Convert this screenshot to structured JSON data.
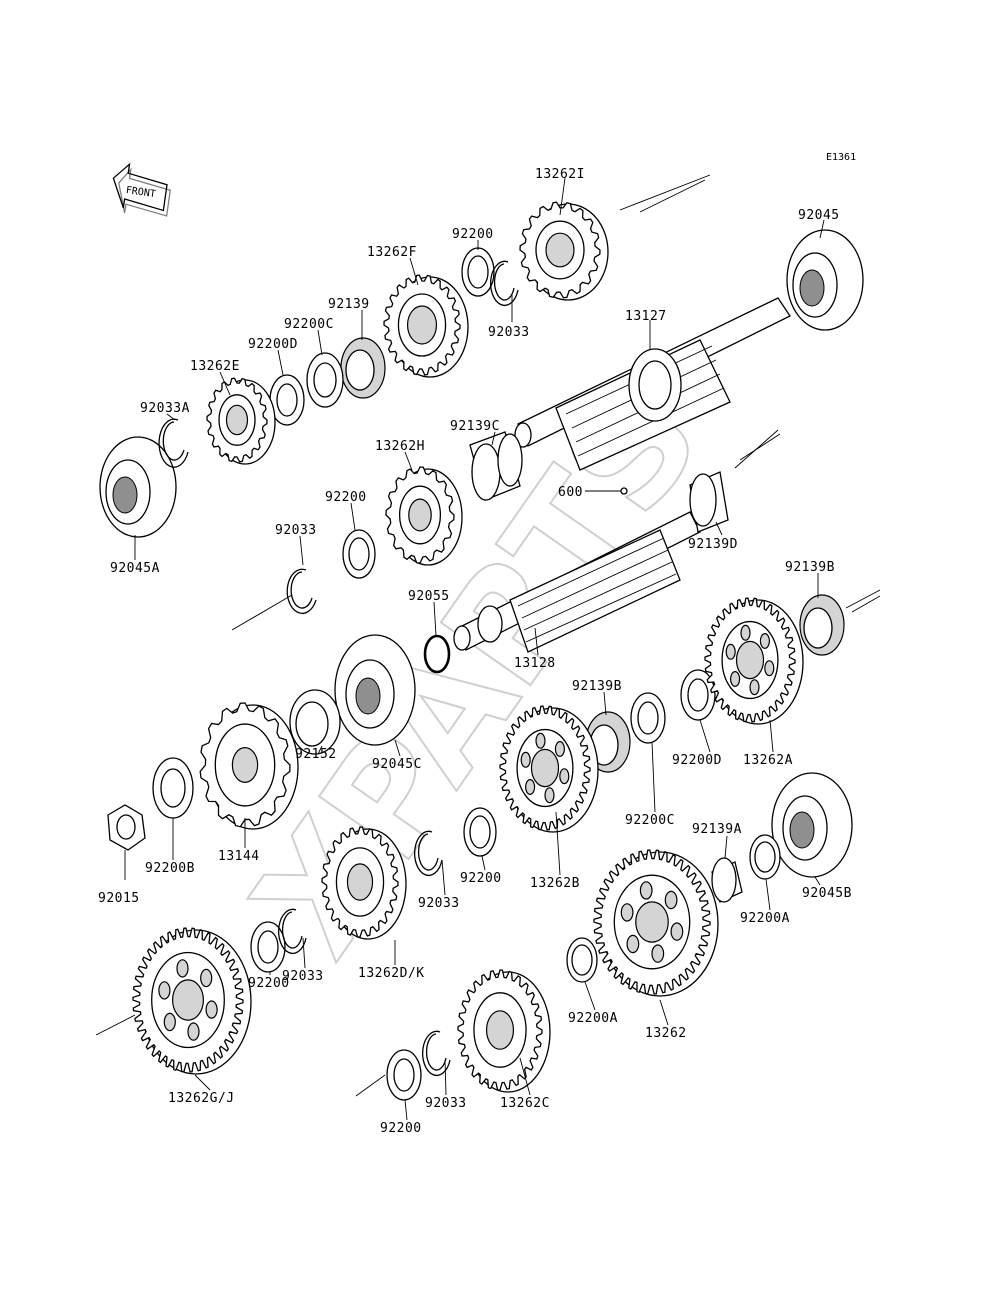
{
  "diagram": {
    "code": "E1361",
    "front_label": "FRONT",
    "watermark": "XPARTS"
  },
  "parts": [
    {
      "id": "p13262I",
      "label": "13262I"
    },
    {
      "id": "p92045",
      "label": "92045"
    },
    {
      "id": "p92200_a",
      "label": "92200"
    },
    {
      "id": "p13262F",
      "label": "13262F"
    },
    {
      "id": "p92139",
      "label": "92139"
    },
    {
      "id": "p92200C_a",
      "label": "92200C"
    },
    {
      "id": "p92200D_a",
      "label": "92200D"
    },
    {
      "id": "p13262E",
      "label": "13262E"
    },
    {
      "id": "p92033A",
      "label": "92033A"
    },
    {
      "id": "p92033_a",
      "label": "92033"
    },
    {
      "id": "p13127",
      "label": "13127"
    },
    {
      "id": "p92139C",
      "label": "92139C"
    },
    {
      "id": "p13262H",
      "label": "13262H"
    },
    {
      "id": "p600",
      "label": "600"
    },
    {
      "id": "p92200_b",
      "label": "92200"
    },
    {
      "id": "p92033_b",
      "label": "92033"
    },
    {
      "id": "p92045A",
      "label": "92045A"
    },
    {
      "id": "p92139D",
      "label": "92139D"
    },
    {
      "id": "p92139B_a",
      "label": "92139B"
    },
    {
      "id": "p92055",
      "label": "92055"
    },
    {
      "id": "p13128",
      "label": "13128"
    },
    {
      "id": "p92139B_b",
      "label": "92139B"
    },
    {
      "id": "p92200D_b",
      "label": "92200D"
    },
    {
      "id": "p13262A",
      "label": "13262A"
    },
    {
      "id": "p92045C",
      "label": "92045C"
    },
    {
      "id": "p92152",
      "label": "92152"
    },
    {
      "id": "p92200C_b",
      "label": "92200C"
    },
    {
      "id": "p13262B",
      "label": "13262B"
    },
    {
      "id": "p92139A",
      "label": "92139A"
    },
    {
      "id": "p92200B",
      "label": "92200B"
    },
    {
      "id": "p13144",
      "label": "13144"
    },
    {
      "id": "p92015",
      "label": "92015"
    },
    {
      "id": "p92200_c",
      "label": "92200"
    },
    {
      "id": "p92033_c",
      "label": "92033"
    },
    {
      "id": "p92045B",
      "label": "92045B"
    },
    {
      "id": "p92200A_a",
      "label": "92200A"
    },
    {
      "id": "p92200_d",
      "label": "92200"
    },
    {
      "id": "p92033_d",
      "label": "92033"
    },
    {
      "id": "p13262DK",
      "label": "13262D/K"
    },
    {
      "id": "p92200A_b",
      "label": "92200A"
    },
    {
      "id": "p13262",
      "label": "13262"
    },
    {
      "id": "p13262GJ",
      "label": "13262G/J"
    },
    {
      "id": "p92033_e",
      "label": "92033"
    },
    {
      "id": "p13262C",
      "label": "13262C"
    },
    {
      "id": "p92200_e",
      "label": "92200"
    }
  ]
}
